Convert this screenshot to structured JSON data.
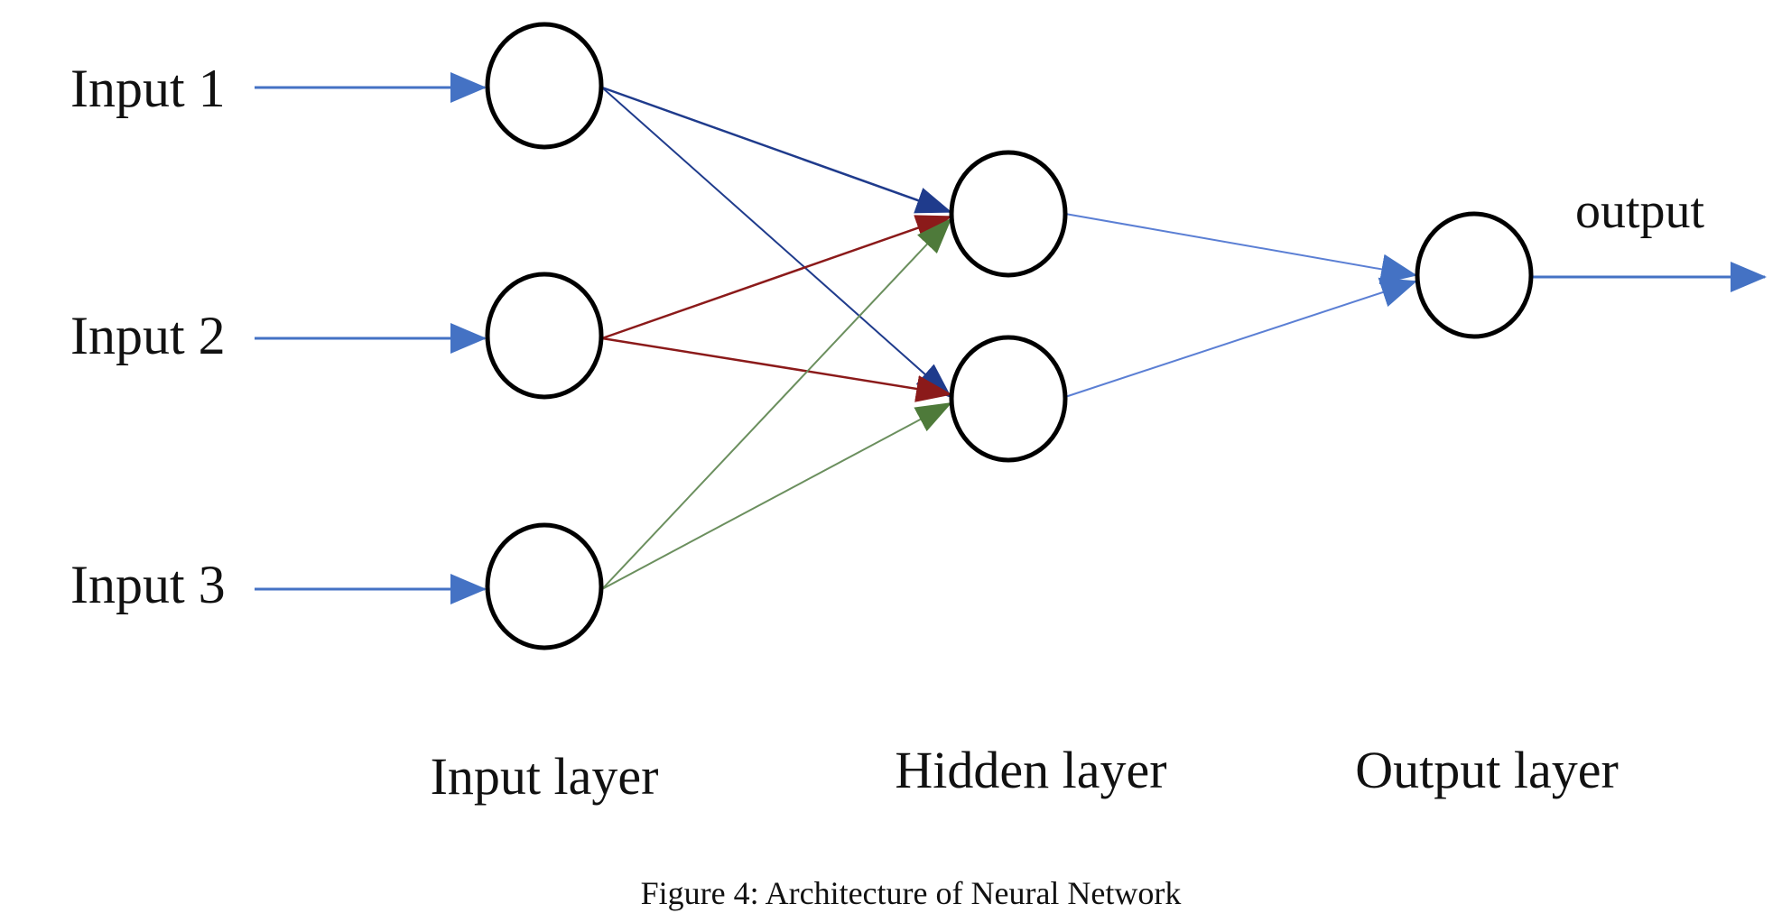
{
  "inputs": {
    "input_1": "Input 1",
    "input_2": "Input 2",
    "input_3": "Input 3"
  },
  "output_label": "output",
  "layers": {
    "input": "Input layer",
    "hidden": "Hidden layer",
    "output": "Output layer"
  },
  "caption": "Figure 4: Architecture of Neural Network",
  "colors": {
    "input_arrow": "#4472c4",
    "from_input_1": "#1f3b8c",
    "from_input_2": "#8b1a1a",
    "from_input_3": "#4e7a3a",
    "hidden_to_output": "#5b7fd4",
    "node_stroke": "#000000"
  }
}
